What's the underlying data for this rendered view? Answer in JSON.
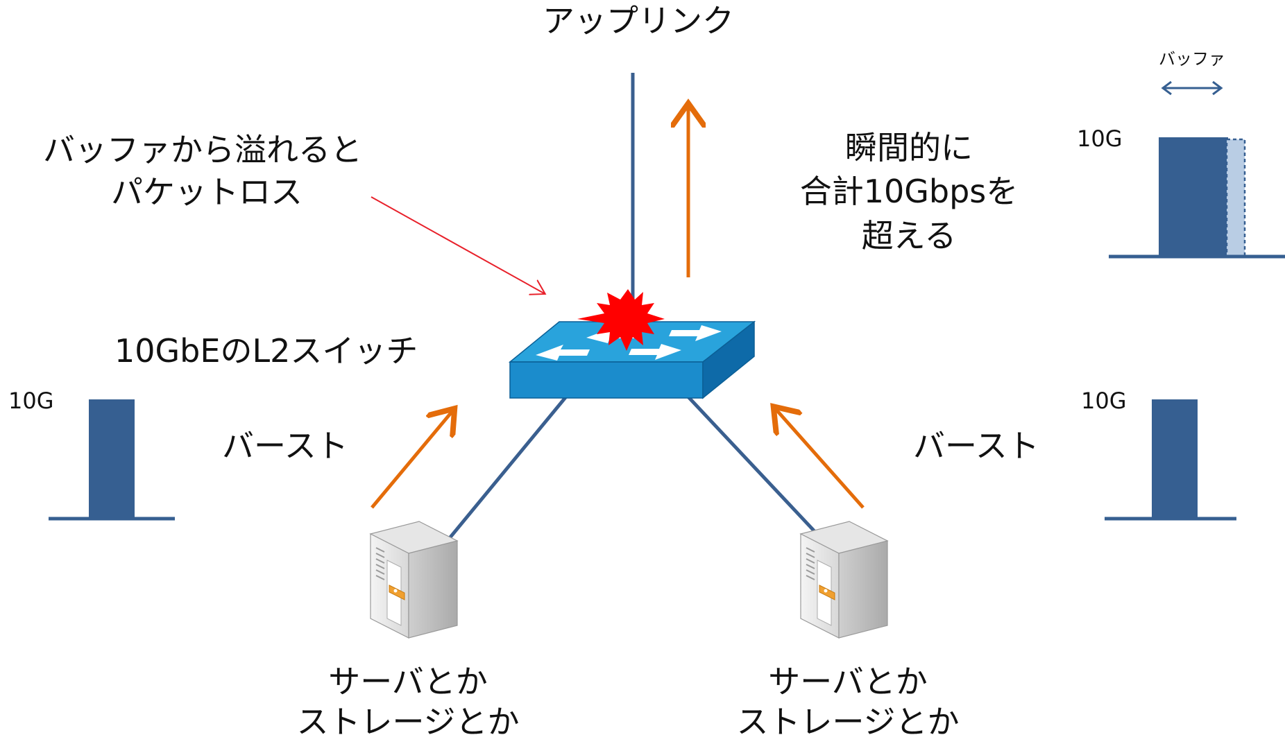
{
  "labels": {
    "uplink": "アップリンク",
    "overflow_line1": "バッファから溢れると",
    "overflow_line2": "パケットロス",
    "instant_line1": "瞬間的に",
    "instant_line2": "合計10Gbpsを",
    "instant_line3": "超える",
    "switch_name": "10GbEのL2スイッチ",
    "burst_left": "バースト",
    "burst_right": "バースト",
    "server_left_line1": "サーバとか",
    "server_left_line2": "ストレージとか",
    "server_right_line1": "サーバとか",
    "server_right_line2": "ストレージとか"
  },
  "traffic_charts": {
    "left": {
      "level_label": "10G"
    },
    "right": {
      "level_label": "10G"
    },
    "uplink": {
      "level_label": "10G",
      "buffer_label": "バッファ"
    }
  },
  "colors": {
    "link_line": "#3a5f8f",
    "bar_fill": "#365f91",
    "buffer_fill": "#b9cde4",
    "flow_arrow": "#e46c0a",
    "loss_arrow": "#e8202a",
    "burst_star": "#ff0000",
    "switch_top": "#29a3dc",
    "switch_front": "#1b8ccc",
    "switch_side": "#0e6aa8"
  },
  "icons": [
    "switch-icon",
    "server-icon",
    "burst-star-icon"
  ]
}
